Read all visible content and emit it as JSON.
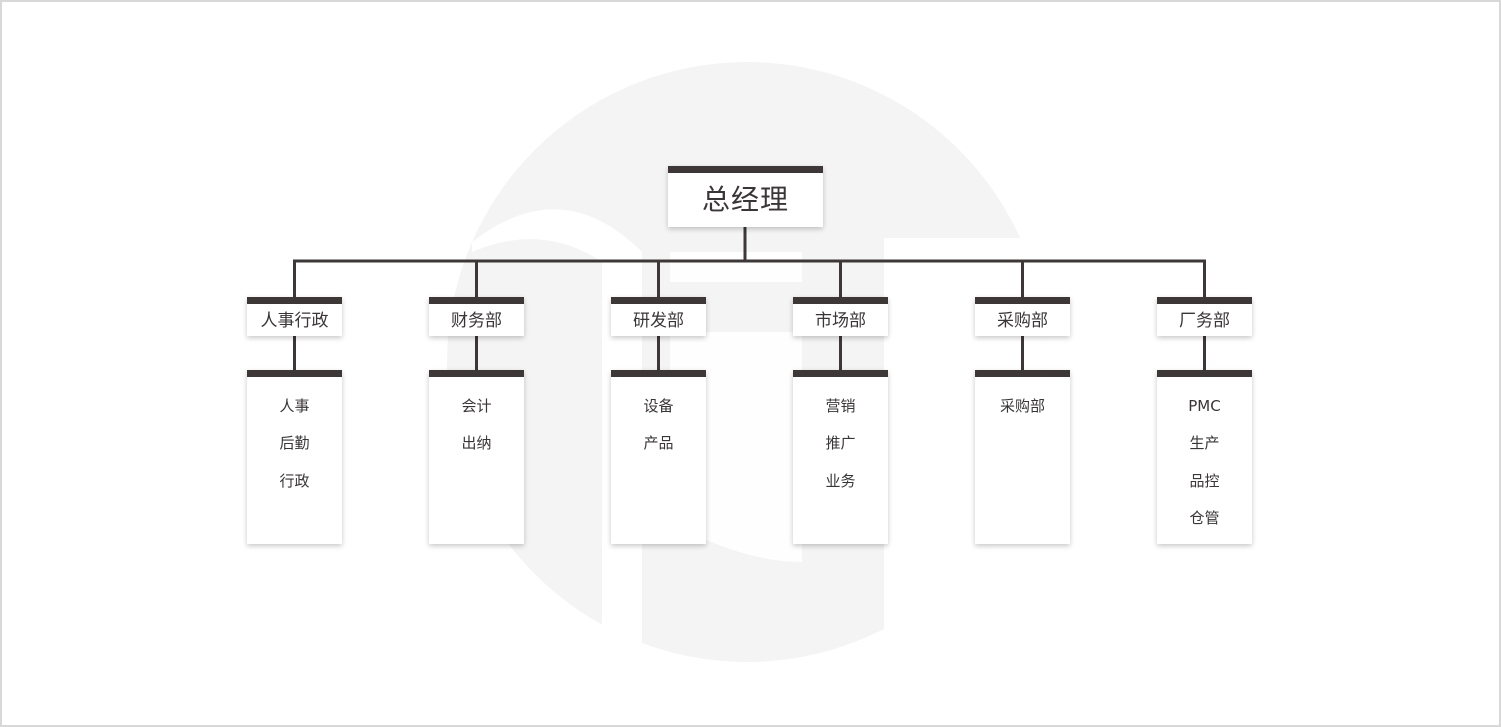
{
  "colors": {
    "bar": "#3d3738",
    "line": "#3d3738",
    "text": "#3a3536",
    "watermark": "#f3f3f3",
    "border": "#d8d8d8"
  },
  "root": {
    "label": "总经理"
  },
  "departments": [
    {
      "label": "人事行政",
      "items": [
        "人事",
        "后勤",
        "行政"
      ]
    },
    {
      "label": "财务部",
      "items": [
        "会计",
        "出纳"
      ]
    },
    {
      "label": "研发部",
      "items": [
        "设备",
        "产品"
      ]
    },
    {
      "label": "市场部",
      "items": [
        "营销",
        "推广",
        "业务"
      ]
    },
    {
      "label": "采购部",
      "items": [
        "采购部"
      ]
    },
    {
      "label": "厂务部",
      "items": [
        "PMC",
        "生产",
        "品控",
        "仓管"
      ]
    }
  ]
}
